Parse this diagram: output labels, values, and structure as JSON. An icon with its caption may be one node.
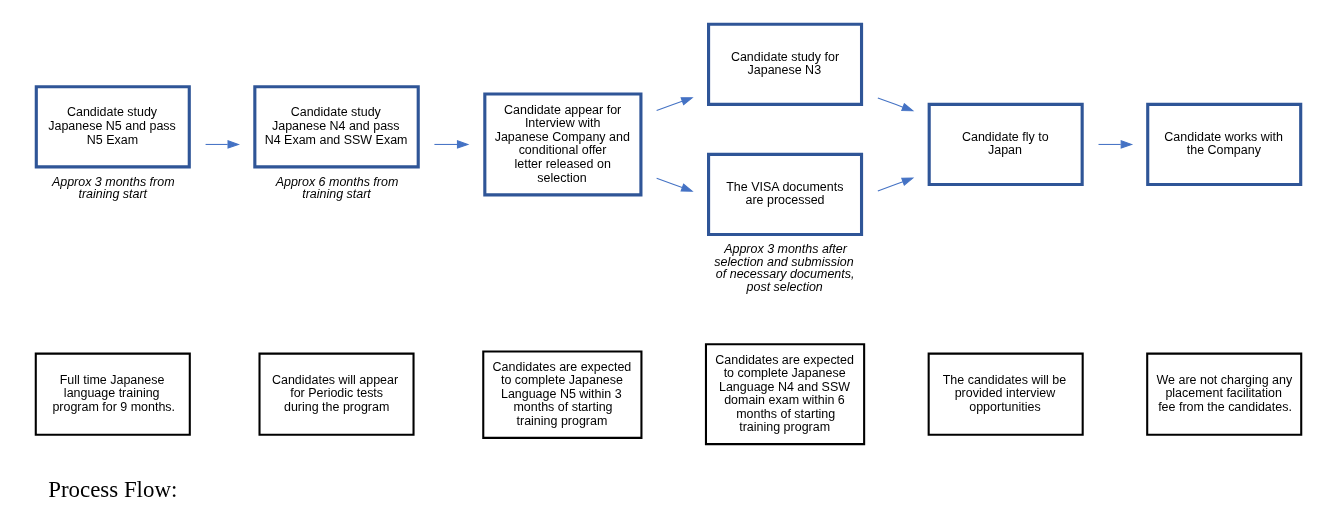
{
  "diagram": {
    "nodes": [
      {
        "text": [
          "Full time Japanese language training program for 9 months."
        ]
      },
      {
        "text": [
          "Candidates will appear for Periodic tests during the program"
        ]
      },
      {
        "text": [
          "Candidates are expected to complete Japanese Language N5 within 3 months of starting training program"
        ]
      },
      {
        "text": [
          "Candidates are expected to complete Japanese Language N4 and SSW domain exam within 6 months of starting training program"
        ]
      },
      {
        "text": [
          "The candidates will be provided interview opportunities"
        ]
      },
      {
        "text": [
          "We are not charging any placement facilitation fee from the candidates."
        ]
      },
      {
        "text": [
          "Candidate study Japanese N5 and pass N5 Exam"
        ],
        "beside": [
          "Approx 3 months from training start"
        ]
      },
      {
        "text": [
          "Candidate study Japanese N4 and pass N4 Exam and SSW Exam"
        ],
        "beside": [
          "Approx 6 months from training start"
        ]
      },
      {
        "text": [
          "Candidate appear for Interview with Japanese Company and conditional offer letter released on selection"
        ]
      },
      {
        "text": [
          "Candidate study for Japanese N3"
        ]
      },
      {
        "text": [
          "The VISA documents are processed"
        ],
        "beside": [
          "Approx 3 months after selection and submission of necessary documents, post selection"
        ]
      },
      {
        "text": [
          "Candidate fly to Japan"
        ]
      },
      {
        "text": [
          "Candidate works with the Company"
        ]
      }
    ],
    "edges": [
      {
        "from": 6,
        "to": 7,
        "arrow": "to"
      },
      {
        "from": 7,
        "to": 8,
        "arrow": "to"
      },
      {
        "from": 8,
        "to": 9,
        "arrow": "to"
      },
      {
        "from": 8,
        "to": 10,
        "arrow": "to"
      },
      {
        "from": 9,
        "to": 11,
        "arrow": "to"
      },
      {
        "from": 10,
        "to": 11,
        "arrow": "to"
      },
      {
        "from": 11,
        "to": 12,
        "arrow": "to"
      }
    ],
    "labels": [
      "Process Flow:"
    ]
  }
}
